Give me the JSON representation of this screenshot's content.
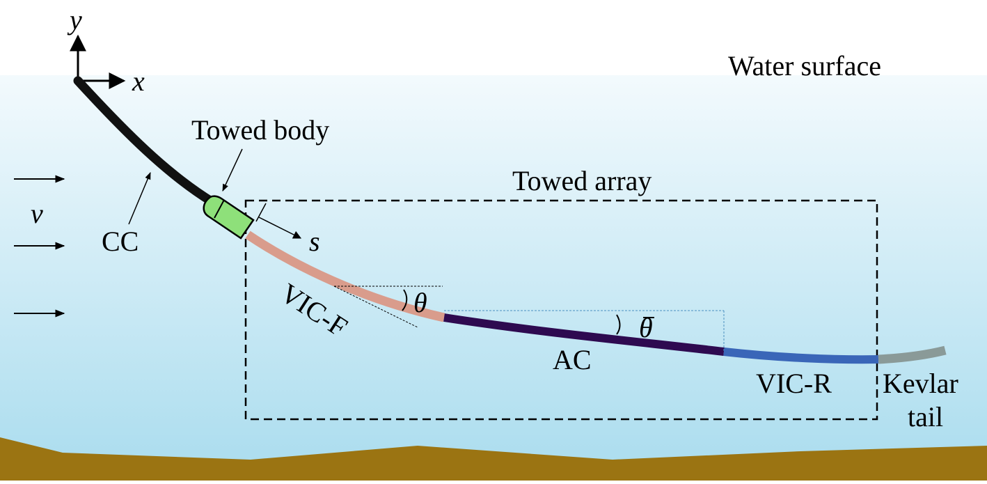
{
  "labels": {
    "axis_y": "y",
    "axis_x": "x",
    "water_surface": "Water surface",
    "towed_body": "Towed body",
    "towed_array": "Towed array",
    "velocity": "v",
    "cc": "CC",
    "arc_length": "s",
    "vic_f": "VIC-F",
    "theta": "θ",
    "theta_bar": "θ",
    "ac": "AC",
    "vic_r": "VIC-R",
    "kevlar_line1": "Kevlar",
    "kevlar_line2": "tail"
  },
  "colors": {
    "water_top": "#f3fafd",
    "water_bottom": "#a9dcee",
    "seabed": "#9b7412",
    "cable_cc": "#111111",
    "towed_body_fill": "#8ee07a",
    "vic_f": "#d99c8c",
    "ac": "#2e0a50",
    "vic_r": "#3a66b8",
    "kevlar": "#8a9a98",
    "guide_line": "#4a8fbf"
  }
}
